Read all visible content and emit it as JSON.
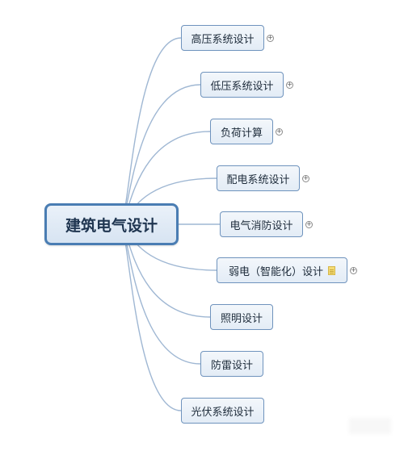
{
  "diagram": {
    "root": "建筑电气设计",
    "branches": [
      {
        "label": "高压系统设计",
        "expandable": true,
        "note": false
      },
      {
        "label": "低压系统设计",
        "expandable": true,
        "note": false
      },
      {
        "label": "负荷计算",
        "expandable": true,
        "note": false
      },
      {
        "label": "配电系统设计",
        "expandable": true,
        "note": false
      },
      {
        "label": "电气消防设计",
        "expandable": true,
        "note": false
      },
      {
        "label": "弱电（智能化）设计",
        "expandable": true,
        "note": true
      },
      {
        "label": "照明设计",
        "expandable": false,
        "note": false
      },
      {
        "label": "防雷设计",
        "expandable": false,
        "note": false
      },
      {
        "label": "光伏系统设计",
        "expandable": false,
        "note": false
      }
    ],
    "expander_symbol": "+",
    "colors": {
      "connector": "#9fb7d3",
      "root_border": "#4a7db3",
      "node_border": "#6f93bd"
    }
  }
}
